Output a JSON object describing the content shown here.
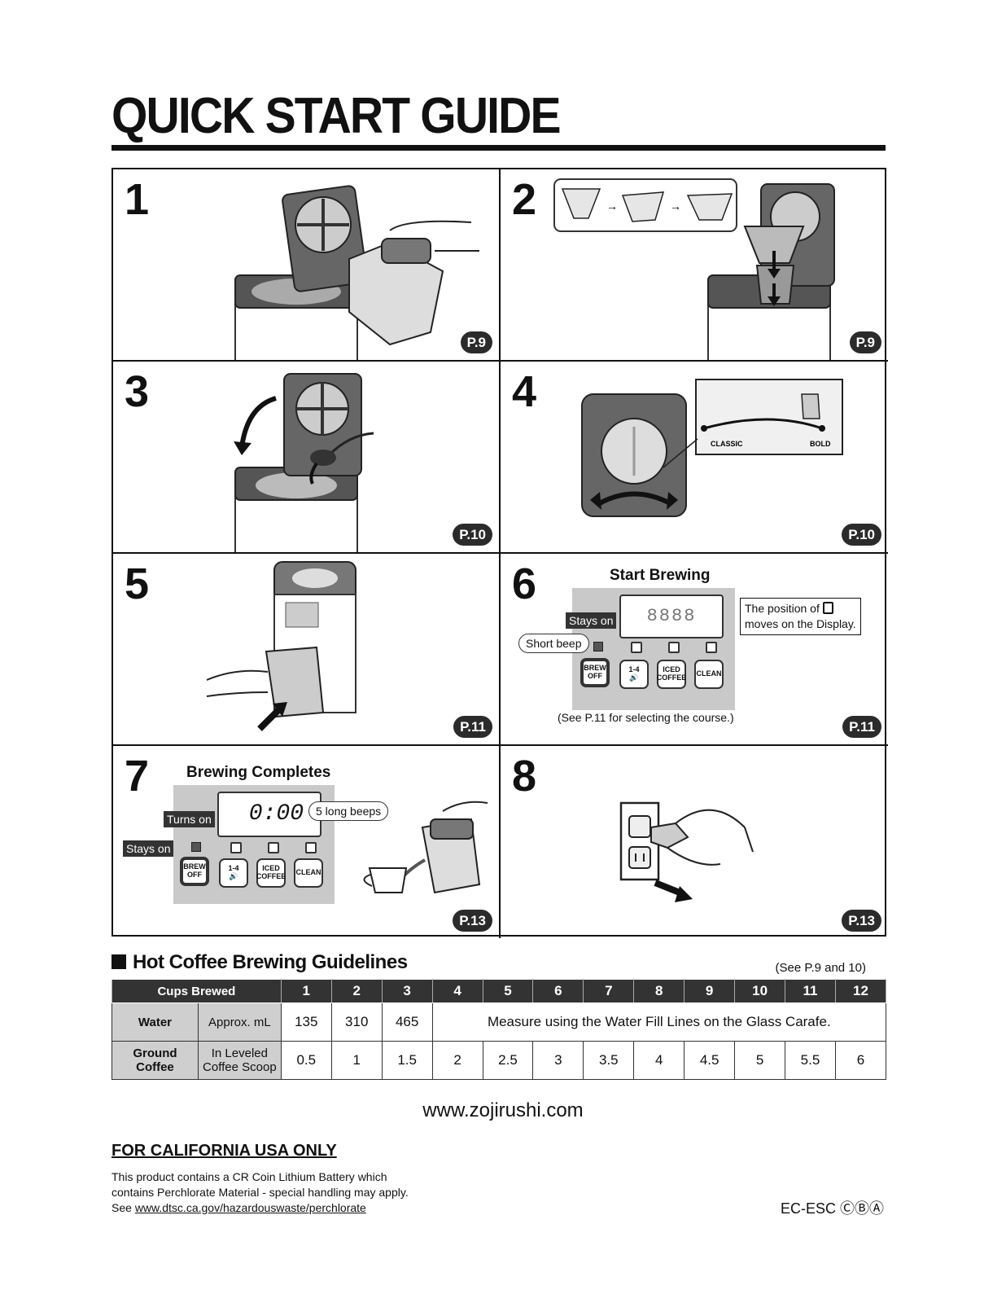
{
  "title": "QUICK START GUIDE",
  "steps": [
    {
      "number": "1",
      "page": "P.9"
    },
    {
      "number": "2",
      "page": "P.9"
    },
    {
      "number": "3",
      "page": "P.10"
    },
    {
      "number": "4",
      "page": "P.10",
      "dial_left": "CLASSIC",
      "dial_right": "BOLD"
    },
    {
      "number": "5",
      "page": "P.11"
    },
    {
      "number": "6",
      "page": "P.11",
      "heading": "Start Brewing",
      "stays_on": "Stays on",
      "short_beep": "Short beep",
      "display_note_1": "The position of",
      "display_note_2": "moves on the Display.",
      "display_text": "8888",
      "course_note": "(See P.11 for selecting the course.)"
    },
    {
      "number": "7",
      "page": "P.13",
      "heading": "Brewing Completes",
      "turns_on": "Turns on",
      "stays_on": "Stays on",
      "long_beeps": "5 long beeps",
      "display_text": "0:00"
    },
    {
      "number": "8",
      "page": "P.13"
    }
  ],
  "buttons": {
    "brew_1": "BREW",
    "brew_2": "OFF",
    "cups_1": "1-4",
    "cups_2": "🔊",
    "iced_1": "ICED",
    "iced_2": "COFFEE",
    "clean": "CLEAN"
  },
  "guidelines": {
    "heading_hot": "Hot",
    "heading_rest": "Coffee Brewing Guidelines",
    "see_ref": "(See P.9 and 10)",
    "cups_label": "Cups Brewed",
    "cups": [
      "1",
      "2",
      "3",
      "4",
      "5",
      "6",
      "7",
      "8",
      "9",
      "10",
      "11",
      "12"
    ],
    "water_label": "Water",
    "water_unit": "Approx. mL",
    "water_values": [
      "135",
      "310",
      "465"
    ],
    "water_note": "Measure using the Water Fill Lines on the Glass Carafe.",
    "ground_label": "Ground Coffee",
    "ground_unit": "In Leveled Coffee Scoop",
    "ground_values": [
      "0.5",
      "1",
      "1.5",
      "2",
      "2.5",
      "3",
      "3.5",
      "4",
      "4.5",
      "5",
      "5.5",
      "6"
    ]
  },
  "website": "www.zojirushi.com",
  "california": {
    "heading": "FOR CALIFORNIA USA ONLY",
    "line1": "This product contains a CR Coin Lithium Battery which",
    "line2": "contains Perchlorate Material - special handling may apply.",
    "line3_prefix": "See",
    "line3_link": "www.dtsc.ca.gov/hazardouswaste/perchlorate"
  },
  "model_code": "EC-ESC ⒸⒷⒶ"
}
